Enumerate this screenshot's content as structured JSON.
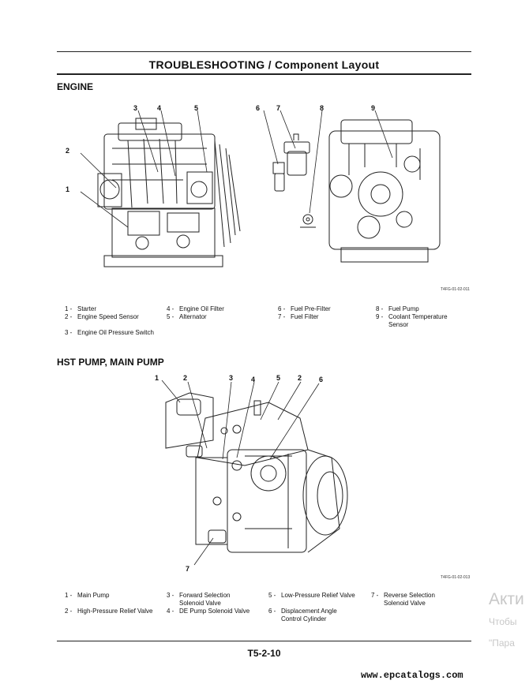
{
  "header": {
    "title": "TROUBLESHOOTING / Component Layout"
  },
  "engine": {
    "heading": "ENGINE",
    "callouts": [
      "1",
      "2",
      "3",
      "4",
      "5",
      "6",
      "7",
      "8",
      "9"
    ],
    "figure_code": "T4FG-01-02-011",
    "legend": [
      {
        "num": "1 -",
        "text": "Starter"
      },
      {
        "num": "2 -",
        "text": "Engine Speed Sensor"
      },
      {
        "num": "3 -",
        "text": "Engine Oil Pressure Switch"
      },
      {
        "num": "4 -",
        "text": "Engine Oil Filter"
      },
      {
        "num": "5 -",
        "text": "Alternator"
      },
      {
        "num": "6 -",
        "text": "Fuel Pre-Filter"
      },
      {
        "num": "7 -",
        "text": "Fuel Filter"
      },
      {
        "num": "8 -",
        "text": "Fuel Pump"
      },
      {
        "num": "9 -",
        "text": "Coolant Temperature Sensor"
      }
    ]
  },
  "pump": {
    "heading": "HST PUMP, MAIN PUMP",
    "callouts": [
      "1",
      "2",
      "3",
      "4",
      "5",
      "2",
      "6",
      "7"
    ],
    "figure_code": "T4FG-01-02-013",
    "legend": [
      {
        "num": "1 -",
        "text": "Main Pump"
      },
      {
        "num": "2 -",
        "text": "High-Pressure Relief Valve"
      },
      {
        "num": "3 -",
        "text": "Forward Selection Solenoid Valve"
      },
      {
        "num": "4 -",
        "text": "DE Pump Solenoid Valve"
      },
      {
        "num": "5 -",
        "text": "Low-Pressure Relief Valve"
      },
      {
        "num": "6 -",
        "text": "Displacement Angle Control Cylinder"
      },
      {
        "num": "7 -",
        "text": "Reverse Selection Solenoid Valve"
      }
    ]
  },
  "footer": {
    "page": "T5-2-10",
    "site": "www.epcatalogs.com"
  },
  "watermark": {
    "line1": "Акти",
    "line2": "Чтобы",
    "line3": "\"Пара"
  }
}
